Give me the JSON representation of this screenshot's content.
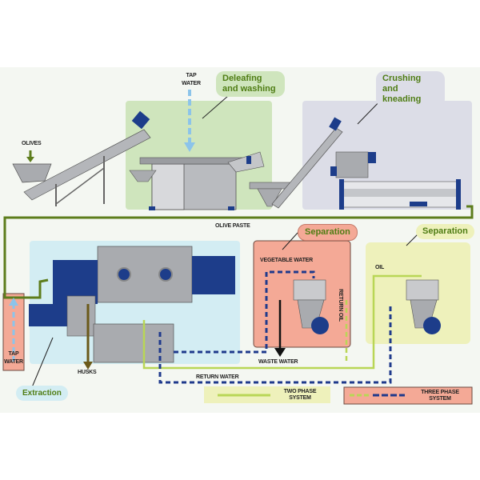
{
  "stages": {
    "washing": {
      "label": "Deleafing and washing"
    },
    "crushing": {
      "label": "Crushing and kneading"
    },
    "extraction": {
      "label": "Extraction"
    },
    "separation_three_phase": {
      "label": "Separation"
    },
    "separation_two_phase": {
      "label": "Separation"
    }
  },
  "flows": {
    "tap_water_top": "TAP WATER",
    "olives": "OLIVES",
    "olive_paste": "OLIVE PASTE",
    "tap_water_side": "TAP WATER",
    "husks": "HUSKS",
    "vegetable_water": "VEGETABLE WATER",
    "waste_water": "WASTE WATER",
    "return_oil": "RETURN OIL",
    "return_water": "RETURN WATER",
    "oil": "OIL"
  },
  "legend": {
    "two_phase": "TWO PHASE SYSTEM",
    "three_phase": "THREE PHASE SYSTEM"
  },
  "colors": {
    "olive_paste_line": "#5d7d1c",
    "two_phase_line": "#b9d656",
    "three_phase_line": "#1f3a8c",
    "tap_water": "#8cc4ea",
    "machine_blue": "#1d3d8a",
    "machine_gray": "#a9abaf"
  }
}
